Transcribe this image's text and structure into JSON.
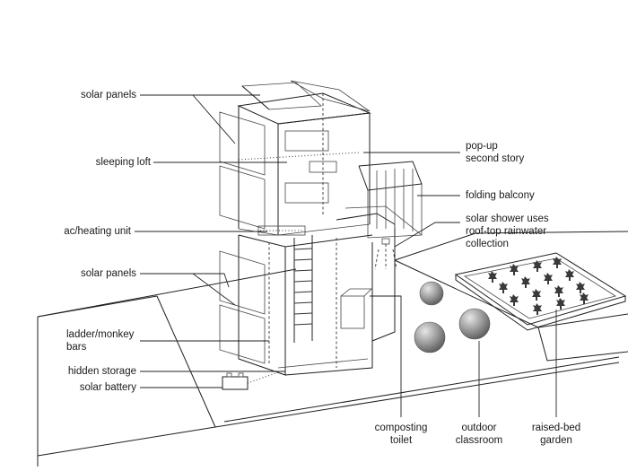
{
  "labels": {
    "solar_panels_top": "solar panels",
    "sleeping_loft": "sleeping loft",
    "ac_heating_unit": "ac/heating unit",
    "solar_panels_mid": "solar panels",
    "ladder_line1": "ladder/monkey",
    "ladder_line2": "bars",
    "hidden_storage": "hidden storage",
    "solar_battery": "solar battery",
    "popup_line1": "pop-up",
    "popup_line2": "second story",
    "folding_balcony": "folding balcony",
    "shower_line1": "solar shower uses",
    "shower_line2": "roof-top rainwater",
    "shower_line3": "collection",
    "composting_line1": "composting",
    "composting_line2": "toilet",
    "outdoor_line1": "outdoor",
    "outdoor_line2": "classroom",
    "garden_line1": "raised-bed",
    "garden_line2": "garden"
  },
  "colors": {
    "ink": "#1f1f1f",
    "sphere_dark": "#5e5e5e",
    "sphere_light": "#d8d8d8",
    "tree": "#3a3a3a"
  }
}
